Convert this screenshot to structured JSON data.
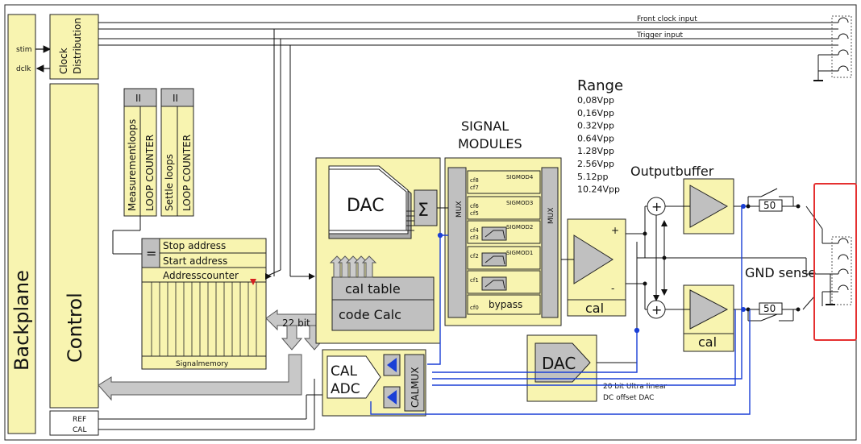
{
  "external": {
    "front_clock_input": "Front clock input",
    "trigger_input": "Trigger input",
    "stim": "stim",
    "dclk": "dclk",
    "ref": "REF",
    "cal": "CAL",
    "gnd_sense": "GND sense"
  },
  "blocks": {
    "backplane": "Backplane",
    "control": "Control",
    "clock_distribution_1": "Clock",
    "clock_distribution_2": "Distribution",
    "measurement_loops": "Measurementloops",
    "settle_loops": "Settle loops",
    "loop_counter": "LOOP COUNTER",
    "equals": "=",
    "stop_address": "Stop address",
    "start_address": "Start address",
    "addresscounter": "Addresscounter",
    "signalmemory": "Signalmemory",
    "bus_22bit": "22 bit",
    "dac_main": "DAC",
    "sigma": "Σ",
    "cal_table": "cal table",
    "code_calc": "code Calc",
    "signal_modules_1": "SIGNAL",
    "signal_modules_2": "MODULES",
    "mux": "MUX",
    "bypass": "bypass",
    "calmux": "CALMUX",
    "cal_adc_1": "CAL",
    "cal_adc_2": "ADC",
    "dac_offset": "DAC",
    "dac_offset_desc_1": "20 bit Ultra linear",
    "dac_offset_desc_2": "DC offset DAC",
    "output_buffer": "Outputbuffer",
    "cal_amp": "cal",
    "cal_buf": "cal",
    "resistor_50_top": "50",
    "resistor_50_bot": "50",
    "plus_top": "+",
    "minus_bot": "-"
  },
  "signal_modules": [
    {
      "name": "SIGMOD4",
      "cf_a": "cf8",
      "cf_b": "cf7"
    },
    {
      "name": "SIGMOD3",
      "cf_a": "cf6",
      "cf_b": "cf5"
    },
    {
      "name": "SIGMOD2",
      "cf_a": "cf4",
      "cf_b": "cf3"
    },
    {
      "name": "SIGMOD1",
      "cf_a": "cf2",
      "cf_b": ""
    },
    {
      "name": "",
      "cf_a": "cf1",
      "cf_b": ""
    },
    {
      "name": "",
      "cf_a": "cf0",
      "cf_b": ""
    }
  ],
  "range": {
    "title": "Range",
    "values": [
      "0,08Vpp",
      "0,16Vpp",
      "0.32Vpp",
      "0.64Vpp",
      "1.28Vpp",
      "2.56Vpp",
      "5.12pp",
      "10.24Vpp"
    ]
  },
  "colors": {
    "yellow": "#f8f4b0",
    "gray": "#c0c0c0",
    "blue": "#1a3fd6",
    "highlight": "#e53030"
  }
}
